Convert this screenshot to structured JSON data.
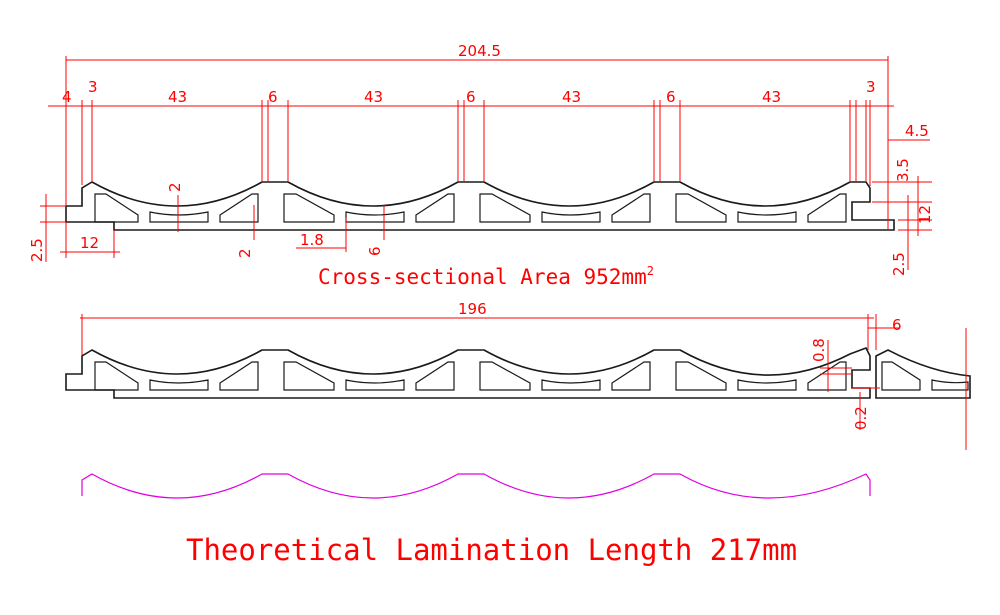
{
  "colors": {
    "dimension": "#ff0000",
    "profile": "#1a1a1a",
    "lamination": "#e000e0",
    "background": "#ffffff"
  },
  "top_profile": {
    "dimensions": {
      "overall_width": "204.5",
      "left_edge": "4",
      "left_wall": "3",
      "arc_1": "43",
      "rib_1": "6",
      "arc_2": "43",
      "rib_2": "6",
      "arc_3": "43",
      "rib_3": "6",
      "arc_4": "43",
      "right_wall": "3",
      "right_edge": "4.5",
      "right_height": "3.5",
      "right_thickness": "12",
      "right_lower": "2.5",
      "left_lower": "2.5",
      "tongue_length": "12",
      "arc_thickness": "2",
      "web_thickness": "2",
      "cell_height": "6",
      "rib_width": "1.8"
    },
    "caption": {
      "text": "Cross-sectional Area 952mm",
      "superscript": "2"
    }
  },
  "assembly_profile": {
    "dimensions": {
      "coverage_width": "196",
      "overlap": "6",
      "gap_top": "0.8",
      "gap_bottom": "0.2"
    }
  },
  "lamination": {
    "caption": "Theoretical Lamination Length 217mm"
  }
}
